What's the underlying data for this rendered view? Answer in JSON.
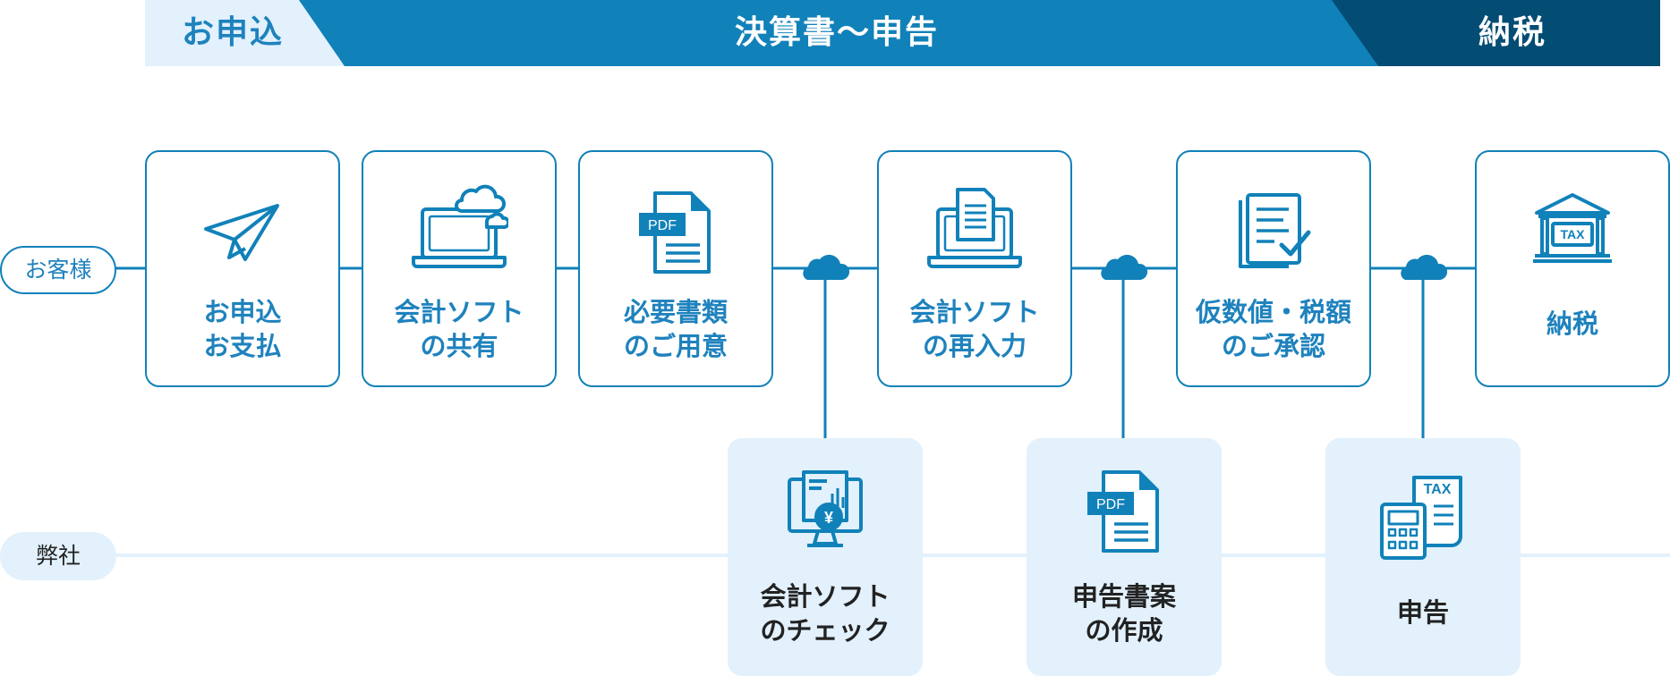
{
  "colors": {
    "primary": "#1181b9",
    "primary_light": "#e2f1fc",
    "dark": "#034c73",
    "lane_line_light": "#e2f1fc",
    "text_dark": "#222222"
  },
  "phases": [
    {
      "label": "お申込"
    },
    {
      "label": "決算書～申告"
    },
    {
      "label": "納税"
    }
  ],
  "lanes": {
    "customer": {
      "label": "お客様"
    },
    "company": {
      "label": "弊社"
    }
  },
  "customer_steps": [
    {
      "icon": "paper-plane-icon",
      "line1": "お申込",
      "line2": "お支払"
    },
    {
      "icon": "laptop-cloud-icon",
      "line1": "会計ソフト",
      "line2": "の共有"
    },
    {
      "icon": "pdf-file-icon",
      "line1": "必要書類",
      "line2": "のご用意"
    },
    {
      "icon": "laptop-document-icon",
      "line1": "会計ソフト",
      "line2": "の再入力"
    },
    {
      "icon": "checklist-document-icon",
      "line1": "仮数値・税額",
      "line2": "のご承認"
    },
    {
      "icon": "tax-office-building-icon",
      "line1": "納税",
      "line2": ""
    }
  ],
  "company_steps": [
    {
      "icon": "monitor-report-yen-icon",
      "line1": "会計ソフト",
      "line2": "のチェック"
    },
    {
      "icon": "pdf-file-icon",
      "line1": "申告書案",
      "line2": "の作成"
    },
    {
      "icon": "calculator-tax-form-icon",
      "line1": "申告",
      "line2": ""
    }
  ],
  "icon_texts": {
    "pdf": "PDF",
    "tax": "TAX",
    "yen": "¥"
  }
}
